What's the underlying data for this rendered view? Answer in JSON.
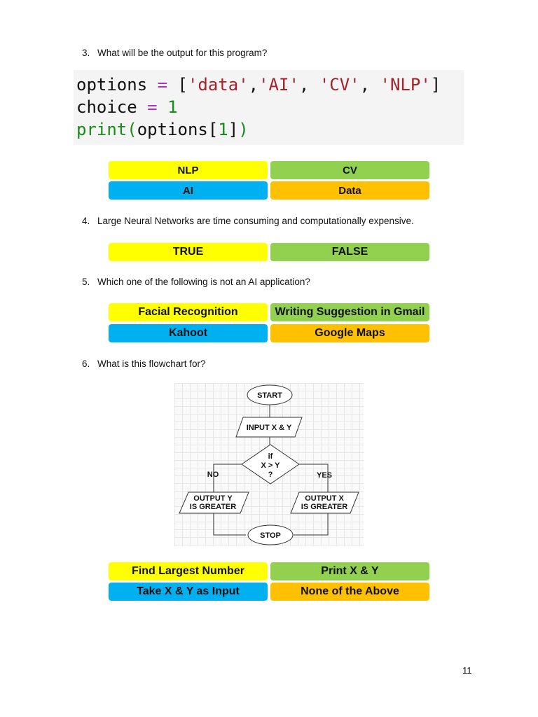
{
  "questions": [
    {
      "number": "3.",
      "text": "What will be the output for this program?",
      "options": [
        "NLP",
        "CV",
        "AI",
        "Data"
      ]
    },
    {
      "number": "4.",
      "text": "Large Neural Networks are time consuming and computationally expensive.",
      "options": [
        "TRUE",
        "FALSE"
      ]
    },
    {
      "number": "5.",
      "text": "Which one of the following is not an AI application?",
      "options": [
        "Facial Recognition",
        "Writing Suggestion in Gmail",
        "Kahoot",
        "Google Maps"
      ]
    },
    {
      "number": "6.",
      "text": "What is this flowchart for?",
      "options": [
        "Find Largest Number",
        "Print X & Y",
        "Take X & Y as Input",
        "None of the Above"
      ]
    }
  ],
  "code": {
    "line1": {
      "a": "options ",
      "b": "=",
      "c": " [",
      "d": "'data'",
      ",": ",",
      "e": "'AI'",
      "f": ", ",
      "g": "'CV'",
      "h": ", ",
      "i": "'NLP'",
      "j": "]"
    },
    "line2": {
      "a": "choice ",
      "b": "=",
      "c": " ",
      "d": "1"
    },
    "line3": {
      "a": "print",
      "b": "(",
      "c": "options[",
      "d": "1",
      "e": "]",
      ")": ")"
    }
  },
  "flowchart": {
    "start": "START",
    "input": "INPUT X & Y",
    "cond1": "if",
    "cond2": "X > Y",
    "cond3": "?",
    "no": "NO",
    "yes": "YES",
    "outy1": "OUTPUT Y",
    "outy2": "IS GREATER",
    "outx1": "OUTPUT X",
    "outx2": "IS GREATER",
    "stop": "STOP"
  },
  "option_colors": {
    "yellow": "#ffff00",
    "green": "#92d050",
    "blue": "#00b0f0",
    "orange": "#ffc000"
  },
  "page_number": "11"
}
